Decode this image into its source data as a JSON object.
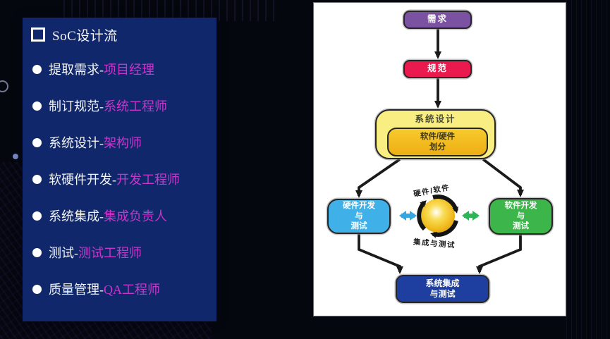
{
  "sidebar": {
    "title": "SoC设计流",
    "items": [
      {
        "task": "提取需求-",
        "role": "项目经理"
      },
      {
        "task": "制订规范-",
        "role": "系统工程师"
      },
      {
        "task": "系统设计-",
        "role": "架构师"
      },
      {
        "task": "软硬件开发-",
        "role": "开发工程师"
      },
      {
        "task": "系统集成-",
        "role": "集成负责人"
      },
      {
        "task": "测试-",
        "role": "测试工程师"
      },
      {
        "task": "质量管理-",
        "role": "QA工程师"
      }
    ]
  },
  "diagram": {
    "nodes": {
      "requirement": {
        "label": "需求"
      },
      "specification": {
        "label": "规范"
      },
      "system_design": {
        "label": "系统设计"
      },
      "partition": {
        "line1": "软件/硬件",
        "line2": "划分"
      },
      "hw_dev": {
        "line1": "硬件开发",
        "line2": "与",
        "line3": "测试"
      },
      "sw_dev": {
        "line1": "软件开发",
        "line2": "与",
        "line3": "测试"
      },
      "integration": {
        "line1": "系统集成",
        "line2": "与测试"
      }
    },
    "cycle": {
      "top_label": "硬件/软件",
      "bottom_label": "集成与测试"
    }
  },
  "colors": {
    "sidebar_bg": "#10286b",
    "role_highlight": "#cb34cb",
    "node_requirement": "#7b51a2",
    "node_specification": "#ea1a4e",
    "node_system_design": "#f9ee82",
    "node_partition": "#f0b81c",
    "node_hardware": "#3fb0e8",
    "node_software": "#3cb54a",
    "node_integration": "#1e3fa0",
    "arrow_black": "#1a1a1a",
    "arrow_blue": "#35a7e0",
    "arrow_green": "#2fb457",
    "sphere_gold": "#e8b31a"
  }
}
